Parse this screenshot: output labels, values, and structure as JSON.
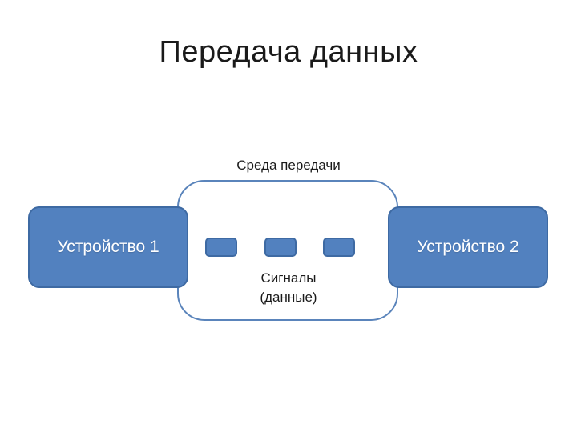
{
  "title": "Передача данных",
  "medium": {
    "label": "Среда передачи"
  },
  "devices": [
    {
      "label": "Устройство 1"
    },
    {
      "label": "Устройство 2"
    }
  ],
  "signals": {
    "count": 3,
    "label_line1": "Сигналы",
    "label_line2": "(данные)"
  },
  "colors": {
    "box_fill": "#5281bf",
    "box_border": "#3e6aa3",
    "medium_border": "#5a84bb"
  }
}
